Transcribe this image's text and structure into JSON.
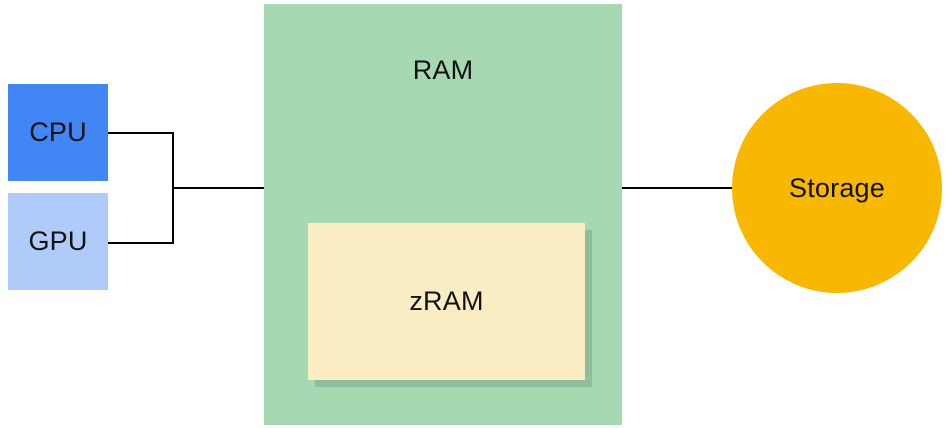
{
  "diagram": {
    "background": "#ffffff",
    "connector_color": "#000000",
    "text_color": "#111111",
    "nodes": {
      "cpu": {
        "label": "CPU",
        "shape": "rect",
        "color": "#4285F4"
      },
      "gpu": {
        "label": "GPU",
        "shape": "rect",
        "color": "#AECBFA"
      },
      "ram": {
        "label": "RAM",
        "shape": "rect",
        "color": "#A6D8B2"
      },
      "zram": {
        "label": "zRAM",
        "shape": "rect",
        "color": "#FBEDC3",
        "shadow_color": "#90BE9D"
      },
      "storage": {
        "label": "Storage",
        "shape": "circle",
        "color": "#F8B700"
      }
    },
    "edges": [
      {
        "from": "cpu",
        "to": "ram"
      },
      {
        "from": "gpu",
        "to": "ram"
      },
      {
        "from": "ram",
        "to": "storage"
      }
    ]
  }
}
